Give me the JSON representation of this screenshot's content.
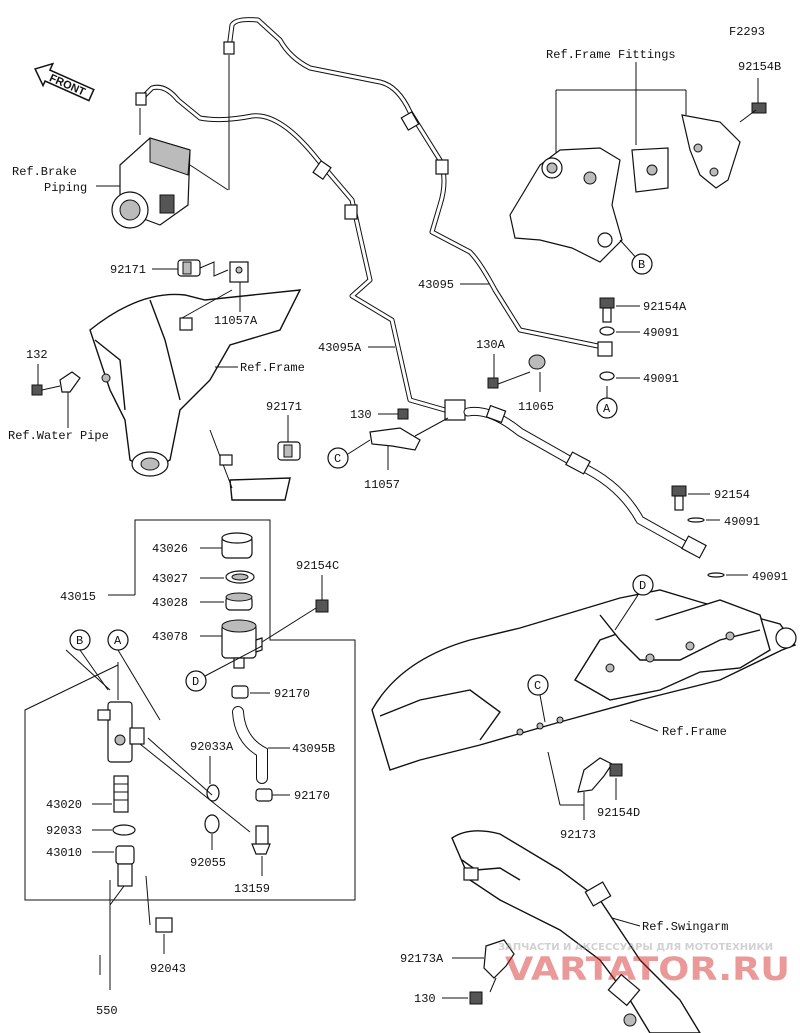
{
  "code": "F2293",
  "front": "FRONT",
  "refs": {
    "brake1": "Ref.Brake",
    "brake2": "Piping",
    "frame_fittings": "Ref.Frame Fittings",
    "frame_top": "Ref.Frame",
    "water_pipe": "Ref.Water Pipe",
    "frame_bottom": "Ref.Frame",
    "swingarm": "Ref.Swingarm"
  },
  "labels": {
    "p92154B": "92154B",
    "p92171a": "92171",
    "p11057A": "11057A",
    "p132": "132",
    "p92171b": "92171",
    "p43095": "43095",
    "p92154A": "92154A",
    "p49091a": "49091",
    "p49091b": "49091",
    "p43095A": "43095A",
    "p130A": "130A",
    "p11065": "11065",
    "p130a": "130",
    "p11057": "11057",
    "p92154": "92154",
    "p49091c": "49091",
    "p49091d": "49091",
    "p43026": "43026",
    "p43027": "43027",
    "p43028": "43028",
    "p43078": "43078",
    "p43015": "43015",
    "p92154C": "92154C",
    "p92170a": "92170",
    "p92033A": "92033A",
    "p43095B": "43095B",
    "p92170b": "92170",
    "p43020": "43020",
    "p92033": "92033",
    "p43010": "43010",
    "p92055": "92055",
    "p13159": "13159",
    "p92043": "92043",
    "p550": "550",
    "p92173": "92173",
    "p92154D": "92154D",
    "p92173A": "92173A",
    "p130b": "130"
  },
  "callouts": {
    "A": "A",
    "B": "B",
    "C": "C",
    "D": "D"
  },
  "watermark": {
    "tagline": "ЗАПЧАСТИ И АКСЕССУАРЫ ДЛЯ МОТОТЕХНИКИ",
    "site": "VARTATOR.RU"
  }
}
